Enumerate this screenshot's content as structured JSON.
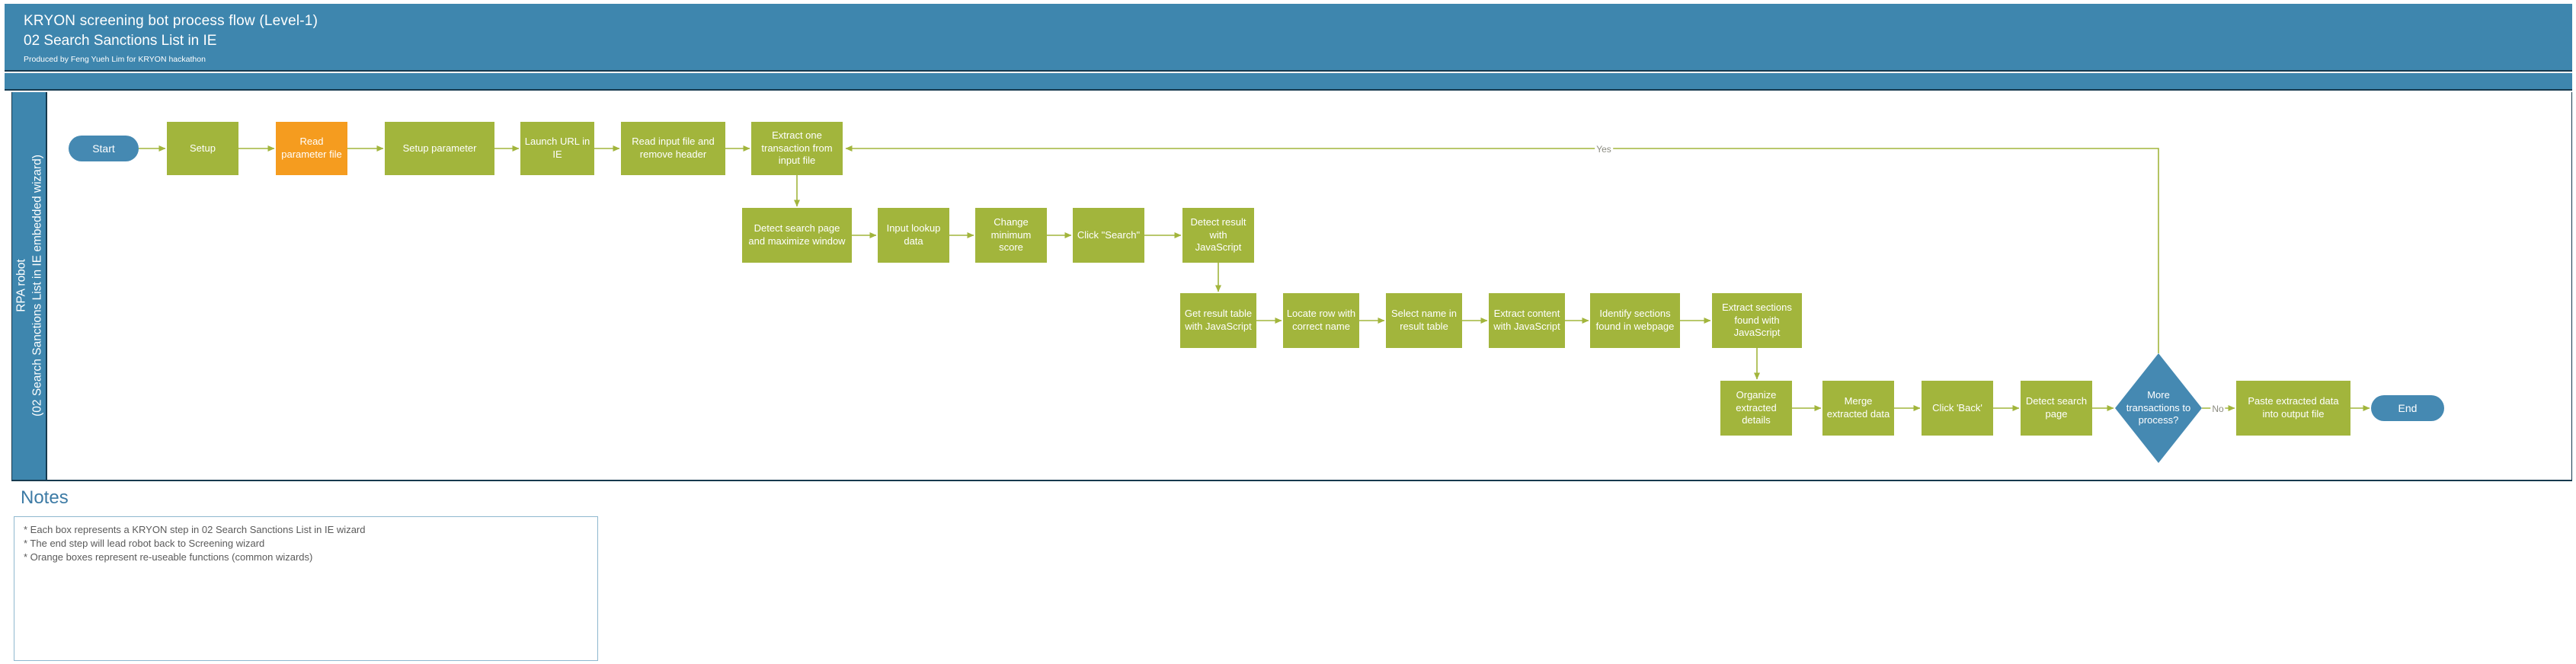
{
  "header": {
    "title": "KRYON screening bot process flow (Level-1)",
    "subtitle": "02 Search Sanctions List in IE",
    "byline": "Produced by Feng Yueh Lim for KRYON hackathon"
  },
  "lane": {
    "line1": "RPA robot",
    "line2": "(02 Search Sanctions List in IE embedded wizard)"
  },
  "flow": {
    "nodes": [
      {
        "id": "start",
        "label": "Start",
        "shape": "terminator"
      },
      {
        "id": "setup",
        "label": "Setup",
        "shape": "process"
      },
      {
        "id": "read-parameter-file",
        "label": "Read parameter file",
        "shape": "reusable-function"
      },
      {
        "id": "setup-parameter",
        "label": "Setup parameter",
        "shape": "process"
      },
      {
        "id": "launch-url-in-ie",
        "label": "Launch URL in IE",
        "shape": "process"
      },
      {
        "id": "read-input-file",
        "label": "Read input file and remove header",
        "shape": "process"
      },
      {
        "id": "extract-one-transaction",
        "label": "Extract one transaction from input file",
        "shape": "process"
      },
      {
        "id": "detect-search-page-maximize",
        "label": "Detect search page and maximize window",
        "shape": "process"
      },
      {
        "id": "input-lookup-data",
        "label": "Input lookup data",
        "shape": "process"
      },
      {
        "id": "change-minimum-score",
        "label": "Change minimum score",
        "shape": "process"
      },
      {
        "id": "click-search",
        "label": "Click \"Search\"",
        "shape": "process"
      },
      {
        "id": "detect-result-js",
        "label": "Detect result with JavaScript",
        "shape": "process"
      },
      {
        "id": "get-result-table-js",
        "label": "Get result table with JavaScript",
        "shape": "process"
      },
      {
        "id": "locate-row",
        "label": "Locate row with correct name",
        "shape": "process"
      },
      {
        "id": "select-name",
        "label": "Select name in result table",
        "shape": "process"
      },
      {
        "id": "extract-content-js",
        "label": "Extract content with JavaScript",
        "shape": "process"
      },
      {
        "id": "identify-sections",
        "label": "Identify sections found in webpage",
        "shape": "process"
      },
      {
        "id": "extract-sections-js",
        "label": "Extract sections found with JavaScript",
        "shape": "process"
      },
      {
        "id": "organize-extracted-details",
        "label": "Organize extracted details",
        "shape": "process"
      },
      {
        "id": "merge-extracted-data",
        "label": "Merge extracted data",
        "shape": "process"
      },
      {
        "id": "click-back",
        "label": "Click 'Back'",
        "shape": "process"
      },
      {
        "id": "detect-search-page",
        "label": "Detect search page",
        "shape": "process"
      },
      {
        "id": "more-transactions",
        "label": "More transactions to process?",
        "shape": "decision"
      },
      {
        "id": "paste-extracted-data",
        "label": "Paste extracted data into output file",
        "shape": "process"
      },
      {
        "id": "end",
        "label": "End",
        "shape": "terminator"
      }
    ],
    "edge_labels": {
      "yes": "Yes",
      "no": "No"
    }
  },
  "notes": {
    "heading": "Notes",
    "items": [
      "* Each box represents a KRYON step in 02 Search Sanctions List in IE wizard",
      "* The end step will lead robot back to Screening wizard",
      "* Orange boxes represent re-useable functions (common wizards)"
    ]
  },
  "colors": {
    "header_blue": "#3e86ae",
    "node_blue": "#4589b2",
    "node_green": "#a2b53c",
    "node_orange": "#f59c1f",
    "connector_green": "#a2b53c",
    "frame_line": "#16394e",
    "notes_heading_blue": "#3d7ba5",
    "notes_border": "#8fb8cf",
    "notes_text_gray": "#5a5a5a"
  }
}
